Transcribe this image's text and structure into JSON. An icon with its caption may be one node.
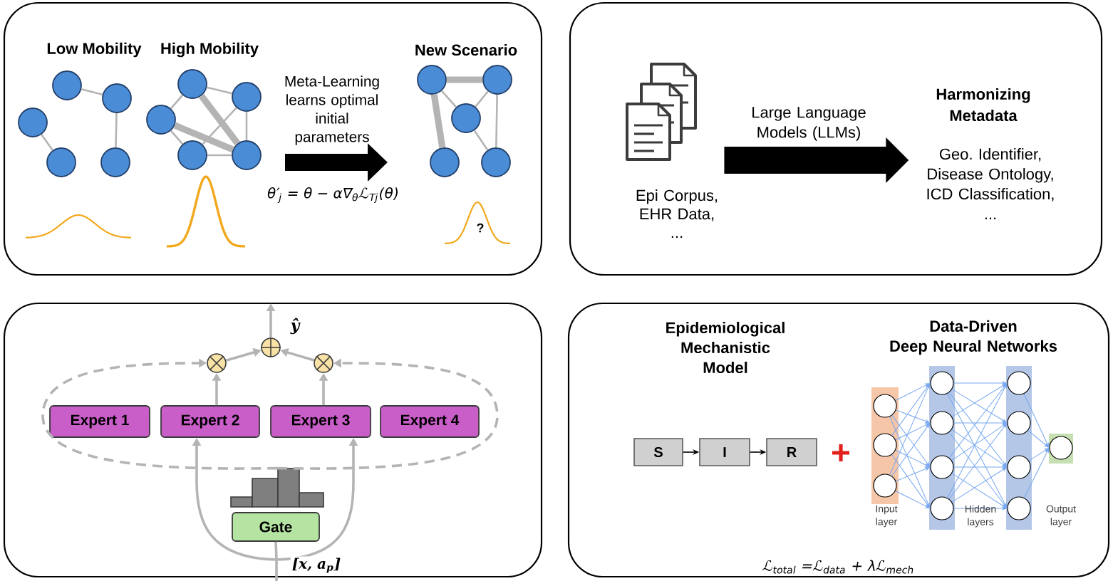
{
  "diagram": {
    "nodes": [
      {
        "text": [],
        "shape": "box"
      },
      {
        "text": [],
        "shape": "circle",
        "in": 0
      },
      {
        "text": [],
        "shape": "circle",
        "in": 0
      },
      {
        "text": [],
        "shape": "circle",
        "in": 0
      },
      {
        "text": [],
        "shape": "circle",
        "in": 0
      },
      {
        "text": [],
        "shape": "circle",
        "in": 0
      },
      {
        "text": [],
        "shape": "circle",
        "in": 0
      },
      {
        "text": [],
        "shape": "circle",
        "in": 0
      },
      {
        "text": [],
        "shape": "circle",
        "in": 0
      },
      {
        "text": [],
        "shape": "circle",
        "in": 0
      },
      {
        "text": [],
        "shape": "circle",
        "in": 0
      },
      {
        "text": [],
        "shape": "circle",
        "in": 0
      },
      {
        "text": [],
        "shape": "circle",
        "in": 0
      },
      {
        "text": [],
        "shape": "circle",
        "in": 0
      },
      {
        "text": [],
        "shape": "circle",
        "in": 0
      },
      {
        "text": [],
        "shape": "circle",
        "in": 0
      },
      {
        "text": [],
        "shape": "box"
      },
      {
        "text": [],
        "shape": "picture",
        "in": 16,
        "beside": [
          "Epi Corpus, EHR Data, ..."
        ]
      },
      {
        "text": [
          "Harmonizing Metadata",
          "Geo. Identifier, Disease Ontology, ICD Classification, ..."
        ],
        "in": 16
      },
      {
        "text": [],
        "shape": "box"
      },
      {
        "text": [],
        "shape": "circle",
        "in": 19
      },
      {
        "text": [],
        "shape": "circle",
        "in": 19
      },
      {
        "text": [],
        "shape": "circle",
        "in": 19
      },
      {
        "text": [
          "Expert 1"
        ],
        "in": 19
      },
      {
        "text": [
          "Expert 2"
        ],
        "in": 19
      },
      {
        "text": [
          "Expert 3"
        ],
        "in": 19
      },
      {
        "text": [
          "Expert 4"
        ],
        "in": 19
      },
      {
        "text": [],
        "shape": "picture",
        "in": 19
      },
      {
        "text": [
          "Gate"
        ],
        "in": 19
      },
      {
        "text": [],
        "shape": "box"
      },
      {
        "text": [
          "S"
        ],
        "in": 29
      },
      {
        "text": [
          "I"
        ],
        "in": 29
      },
      {
        "text": [
          "R"
        ],
        "in": 29
      },
      {
        "text": [],
        "shape": "bar",
        "in": 29,
        "beside": [
          "Input layer"
        ]
      },
      {
        "text": [],
        "shape": "circle",
        "in": 33
      },
      {
        "text": [],
        "shape": "circle",
        "in": 33
      },
      {
        "text": [],
        "shape": "circle",
        "in": 33
      },
      {
        "text": [],
        "shape": "bar",
        "in": 29
      },
      {
        "text": [],
        "shape": "circle",
        "in": 37
      },
      {
        "text": [],
        "shape": "circle",
        "in": 37
      },
      {
        "text": [],
        "shape": "circle",
        "in": 37
      },
      {
        "text": [],
        "shape": "circle",
        "in": 37
      },
      {
        "text": [],
        "shape": "bar",
        "in": 29
      },
      {
        "text": [],
        "shape": "circle",
        "in": 42
      },
      {
        "text": [],
        "shape": "circle",
        "in": 42
      },
      {
        "text": [],
        "shape": "circle",
        "in": 42
      },
      {
        "text": [],
        "shape": "circle",
        "in": 42
      },
      {
        "text": [],
        "shape": "bar",
        "in": 29
      },
      {
        "text": [],
        "shape": "circle",
        "in": 47
      }
    ],
    "edges": [
      {
        "from": 1,
        "to": 2,
        "arrow": "none",
        "color": "#b4b4b4"
      },
      {
        "from": 3,
        "to": 4,
        "arrow": "none",
        "color": "#b4b4b4"
      },
      {
        "from": 2,
        "to": 5,
        "arrow": "none",
        "color": "#b4b4b4"
      },
      {
        "from": 6,
        "to": 7,
        "arrow": "none",
        "color": "#b4b4b4"
      },
      {
        "from": 6,
        "to": 8,
        "arrow": "none",
        "color": "#b4b4b4"
      },
      {
        "from": 6,
        "to": 10,
        "arrow": "none",
        "style": "thick",
        "color": "#b4b4b4"
      },
      {
        "from": 8,
        "to": 10,
        "arrow": "none",
        "style": "thick",
        "color": "#b4b4b4"
      },
      {
        "from": 8,
        "to": 9,
        "arrow": "none",
        "color": "#b4b4b4"
      },
      {
        "from": 9,
        "to": 10,
        "arrow": "none",
        "color": "#b4b4b4"
      },
      {
        "from": 7,
        "to": 10,
        "arrow": "none",
        "color": "#b4b4b4"
      },
      {
        "from": 7,
        "to": 9,
        "arrow": "none",
        "color": "#b4b4b4"
      },
      {
        "from": 11,
        "to": 12,
        "arrow": "none",
        "style": "thick",
        "color": "#b4b4b4"
      },
      {
        "from": 11,
        "to": 14,
        "arrow": "none",
        "style": "thick",
        "color": "#b4b4b4"
      },
      {
        "from": 12,
        "to": 13,
        "arrow": "none",
        "color": "#b4b4b4"
      },
      {
        "from": 12,
        "to": 15,
        "arrow": "none",
        "color": "#b4b4b4"
      },
      {
        "from": 13,
        "to": 15,
        "arrow": "none",
        "color": "#b4b4b4"
      },
      {
        "from": 11,
        "to": 13,
        "arrow": "none",
        "color": "#b4b4b4"
      },
      {
        "from": 17,
        "to": 18,
        "arrow": "to",
        "label": "Large Language Models (LLMs)",
        "style": "thick",
        "color": "#000000"
      },
      {
        "from": 24,
        "to": 20,
        "arrow": "to",
        "color": "#b4b4b4"
      },
      {
        "from": 25,
        "to": 22,
        "arrow": "to",
        "color": "#b4b4b4"
      },
      {
        "from": 20,
        "to": 21,
        "arrow": "to",
        "color": "#b4b4b4"
      },
      {
        "from": 22,
        "to": 21,
        "arrow": "to",
        "color": "#b4b4b4"
      },
      {
        "from": 21,
        "to": null,
        "arrow": "to",
        "label": "ŷ",
        "color": "#b4b4b4"
      },
      {
        "from": 27,
        "to": 20,
        "arrow": "to",
        "style": "dashed",
        "color": "#b4b4b4"
      },
      {
        "from": 27,
        "to": 22,
        "arrow": "to",
        "style": "dashed",
        "color": "#b4b4b4"
      },
      {
        "from": null,
        "to": 28,
        "arrow": "none",
        "label": "[x, a$_{p}$]",
        "color": "#b4b4b4"
      },
      {
        "from": null,
        "to": 24,
        "arrow": "to",
        "color": "#b4b4b4"
      },
      {
        "from": null,
        "to": 25,
        "arrow": "to",
        "color": "#b4b4b4"
      },
      {
        "from": 30,
        "to": 31,
        "arrow": "to",
        "color": "#000000"
      },
      {
        "from": 31,
        "to": 32,
        "arrow": "to",
        "color": "#000000"
      },
      {
        "from": 34,
        "to": 38,
        "arrow": "to"
      },
      {
        "from": 34,
        "to": 39,
        "arrow": "to"
      },
      {
        "from": 34,
        "to": 40,
        "arrow": "to"
      },
      {
        "from": 34,
        "to": 41,
        "arrow": "to"
      },
      {
        "from": 35,
        "to": 38,
        "arrow": "to"
      },
      {
        "from": 35,
        "to": 39,
        "arrow": "to"
      },
      {
        "from": 35,
        "to": 40,
        "arrow": "to"
      },
      {
        "from": 35,
        "to": 41,
        "arrow": "to"
      },
      {
        "from": 36,
        "to": 38,
        "arrow": "to"
      },
      {
        "from": 36,
        "to": 39,
        "arrow": "to"
      },
      {
        "from": 36,
        "to": 40,
        "arrow": "to"
      },
      {
        "from": 36,
        "to": 41,
        "arrow": "to"
      },
      {
        "from": 38,
        "to": 43,
        "arrow": "to"
      },
      {
        "from": 38,
        "to": 44,
        "arrow": "to"
      },
      {
        "from": 38,
        "to": 45,
        "arrow": "to"
      },
      {
        "from": 38,
        "to": 46,
        "arrow": "to"
      },
      {
        "from": 39,
        "to": 43,
        "arrow": "to"
      },
      {
        "from": 39,
        "to": 44,
        "arrow": "to"
      },
      {
        "from": 39,
        "to": 45,
        "arrow": "to"
      },
      {
        "from": 39,
        "to": 46,
        "arrow": "to"
      },
      {
        "from": 40,
        "to": 43,
        "arrow": "to"
      },
      {
        "from": 40,
        "to": 44,
        "arrow": "to"
      },
      {
        "from": 40,
        "to": 45,
        "arrow": "to"
      },
      {
        "from": 40,
        "to": 46,
        "arrow": "to"
      },
      {
        "from": 41,
        "to": 43,
        "arrow": "to"
      },
      {
        "from": 41,
        "to": 44,
        "arrow": "to"
      },
      {
        "from": 41,
        "to": 45,
        "arrow": "to"
      },
      {
        "from": 41,
        "to": 46,
        "arrow": "to"
      },
      {
        "from": 43,
        "to": 48,
        "arrow": "to"
      },
      {
        "from": 44,
        "to": 48,
        "arrow": "to"
      },
      {
        "from": 45,
        "to": 48,
        "arrow": "to"
      },
      {
        "from": 46,
        "to": 48,
        "arrow": "to"
      }
    ],
    "labels": [
      "Low Mobility",
      "High Mobility",
      "New Scenario",
      "Meta-Learning learns optimal initial parameters",
      "θ′$_{j}$ = θ − α∇$_{θ}$ℒ$_{Tj}$(θ)",
      "?",
      "Epidemiological Mechanistic Model",
      "Data-Driven Deep Neural Networks",
      "Hidden layers",
      "Output layer",
      "ℒ$_{total}$ =ℒ$_{data}$ + λℒ$_{mech}$"
    ]
  }
}
